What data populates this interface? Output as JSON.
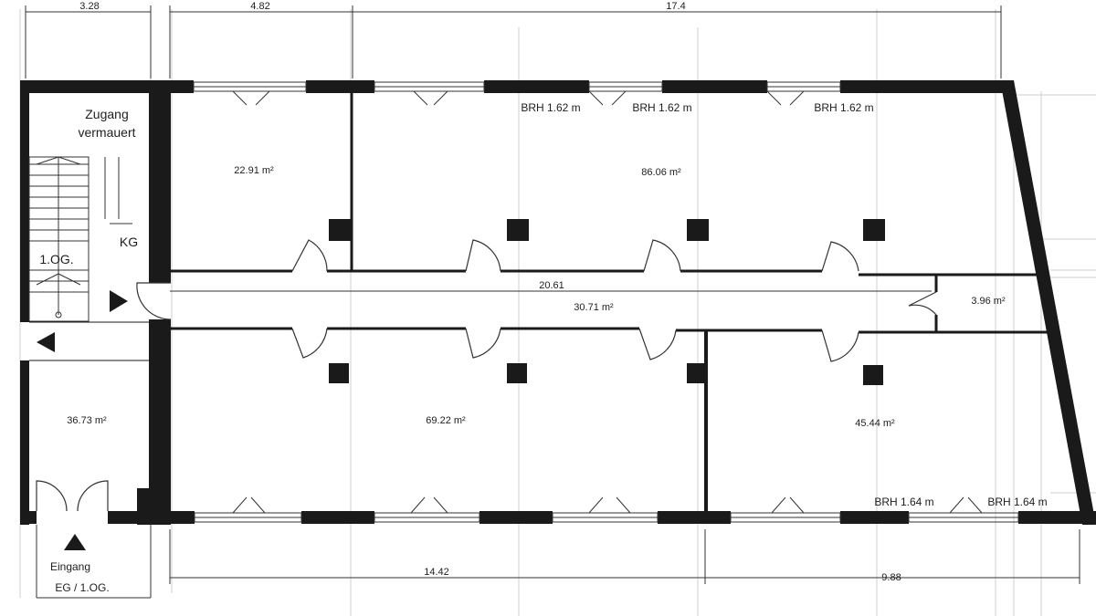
{
  "dimensions": {
    "top_1": "3.28",
    "top_2": "4.82",
    "top_3": "17.4",
    "corridor": "20.61",
    "bottom_1": "14.42",
    "bottom_2": "9.88"
  },
  "areas": {
    "room_top_left": "22.91 m²",
    "room_top_big": "86.06 m²",
    "corridor": "30.71 m²",
    "small_room": "3.96 m²",
    "room_left": "36.73 m²",
    "room_bottom_mid": "69.22 m²",
    "room_bottom_right": "45.44 m²"
  },
  "notes": {
    "brh_top_1": "BRH 1.62 m",
    "brh_top_2": "BRH 1.62 m",
    "brh_top_3": "BRH  1.62 m",
    "brh_bottom_1": "BRH  1.64 m",
    "brh_bottom_2": "BRH  1.64 m",
    "zugang_line1": "Zugang",
    "zugang_line2": "vermauert",
    "kg": "KG",
    "floor_label": "1.OG.",
    "entrance_line1": "Eingang",
    "entrance_line2": "EG / 1.OG."
  },
  "colors": {
    "wall": "#1a1a1a",
    "line": "#333333",
    "faint": "#c8c8c8"
  }
}
